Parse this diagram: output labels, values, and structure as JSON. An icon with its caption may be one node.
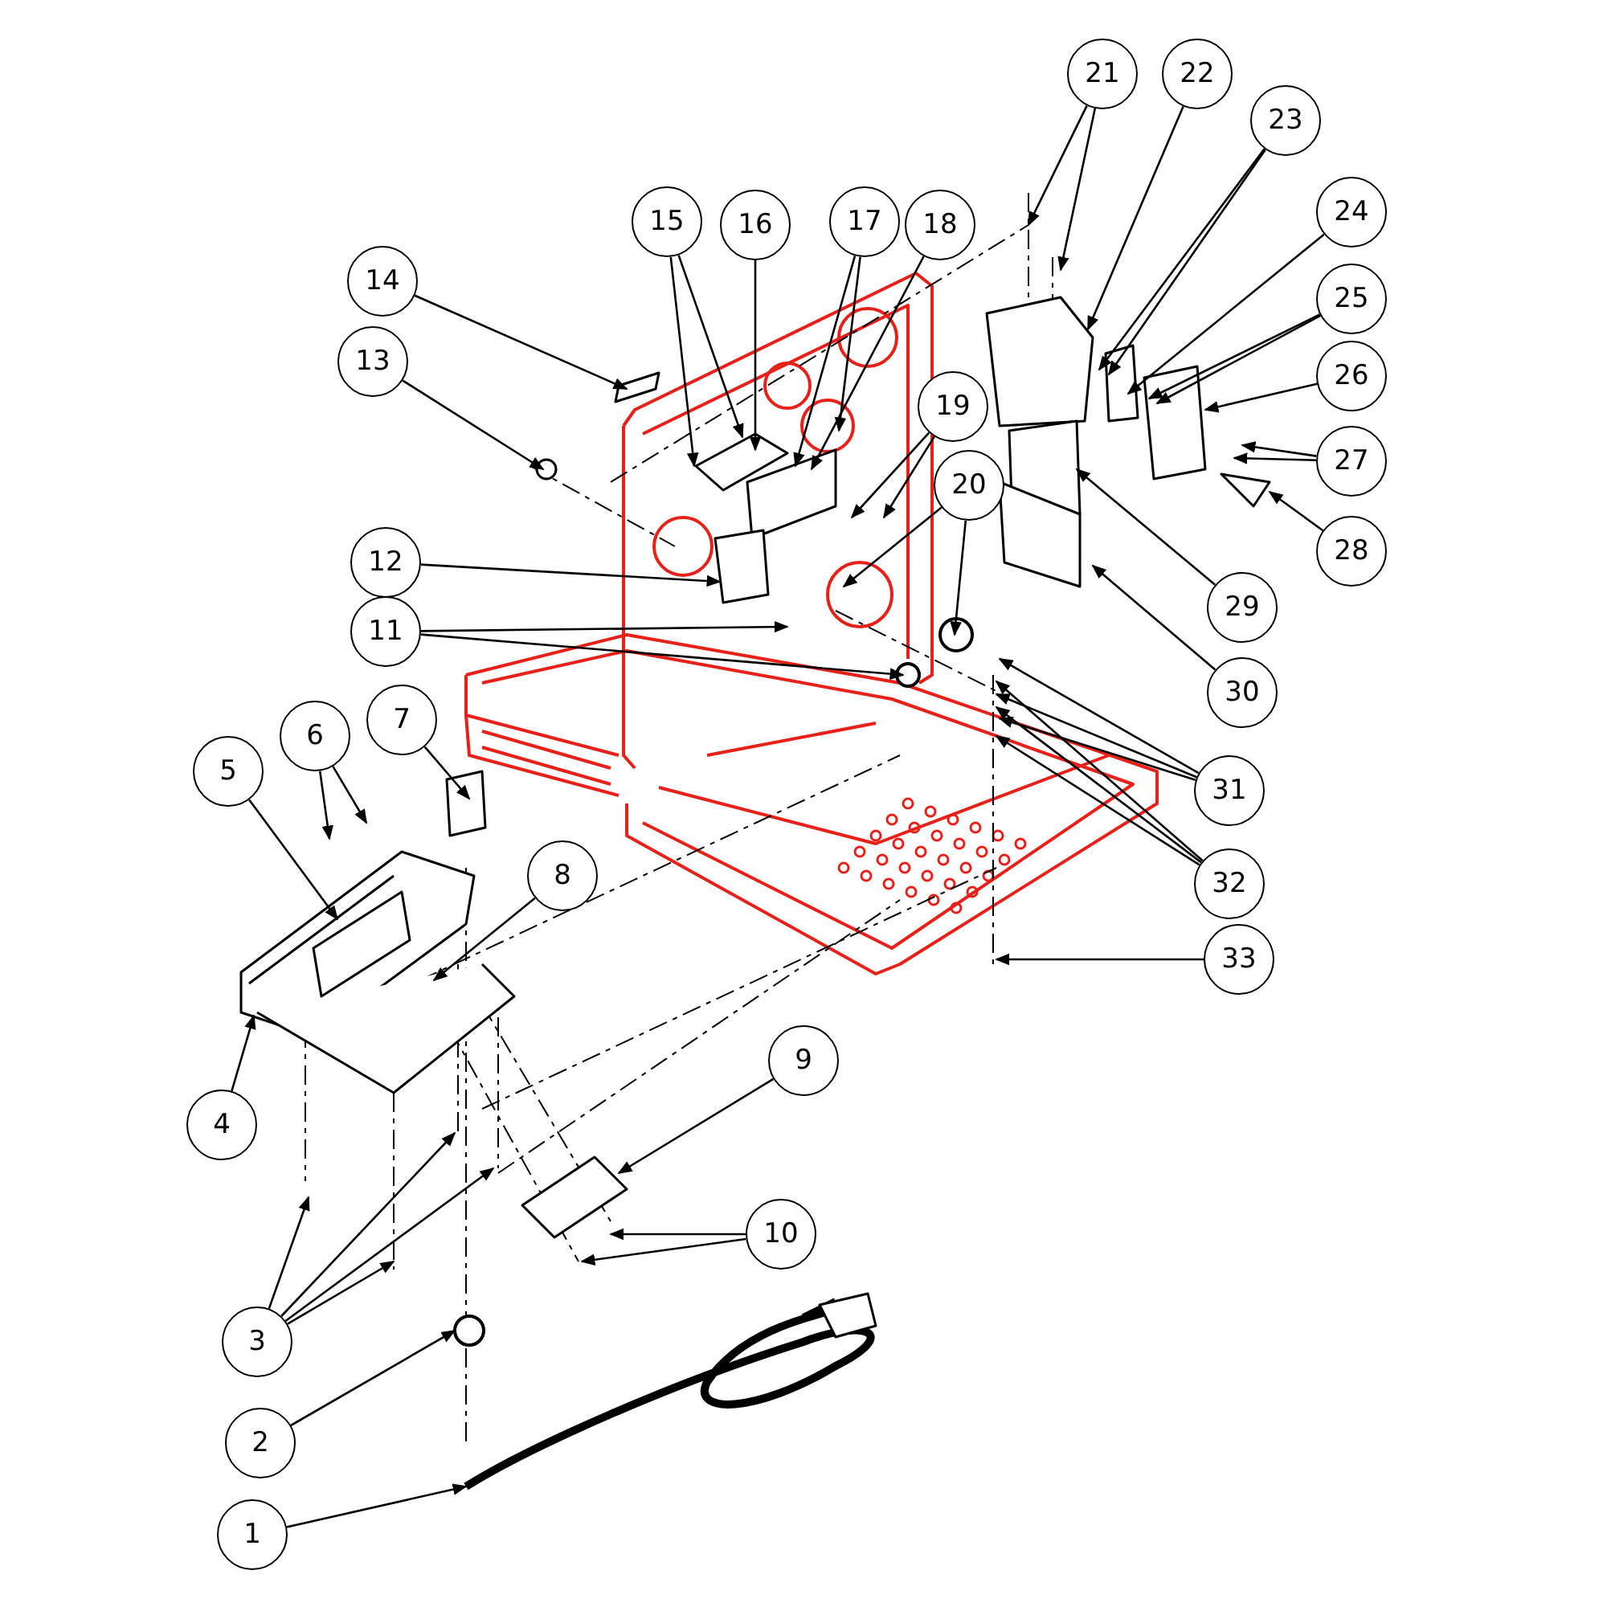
{
  "diagram": {
    "nodes": [
      {
        "text": [
          "1"
        ]
      },
      {
        "text": [
          "2"
        ]
      },
      {
        "text": [
          "3"
        ]
      },
      {
        "text": [
          "4"
        ]
      },
      {
        "text": [
          "5"
        ]
      },
      {
        "text": [
          "6"
        ]
      },
      {
        "text": [
          "7"
        ]
      },
      {
        "text": [
          "8"
        ]
      },
      {
        "text": [
          "9"
        ]
      },
      {
        "text": [
          "10"
        ]
      },
      {
        "text": [
          "11"
        ]
      },
      {
        "text": [
          "12"
        ]
      },
      {
        "text": [
          "13"
        ]
      },
      {
        "text": [
          "14"
        ]
      },
      {
        "text": [
          "15"
        ]
      },
      {
        "text": [
          "16"
        ]
      },
      {
        "text": [
          "17"
        ]
      },
      {
        "text": [
          "18"
        ]
      },
      {
        "text": [
          "19"
        ]
      },
      {
        "text": [
          "20"
        ]
      },
      {
        "text": [
          "21"
        ]
      },
      {
        "text": [
          "22"
        ]
      },
      {
        "text": [
          "23"
        ]
      },
      {
        "text": [
          "24"
        ]
      },
      {
        "text": [
          "25"
        ]
      },
      {
        "text": [
          "26"
        ]
      },
      {
        "text": [
          "27"
        ]
      },
      {
        "text": [
          "28"
        ]
      },
      {
        "text": [
          "29"
        ]
      },
      {
        "text": [
          "30"
        ]
      },
      {
        "text": [
          "31"
        ]
      },
      {
        "text": [
          "32"
        ]
      },
      {
        "text": [
          "33"
        ]
      }
    ],
    "edges": [
      {
        "from": 0,
        "to": null,
        "arrow": "to"
      },
      {
        "from": 1,
        "to": null,
        "arrow": "to"
      },
      {
        "from": 2,
        "to": null,
        "arrow": "to"
      },
      {
        "from": 2,
        "to": null,
        "arrow": "to"
      },
      {
        "from": 2,
        "to": null,
        "arrow": "to"
      },
      {
        "from": 2,
        "to": null,
        "arrow": "to"
      },
      {
        "from": 3,
        "to": null,
        "arrow": "to"
      },
      {
        "from": 4,
        "to": null,
        "arrow": "to"
      },
      {
        "from": 5,
        "to": null,
        "arrow": "to"
      },
      {
        "from": 5,
        "to": null,
        "arrow": "to"
      },
      {
        "from": 6,
        "to": null,
        "arrow": "to"
      },
      {
        "from": 7,
        "to": null,
        "arrow": "to"
      },
      {
        "from": 8,
        "to": null,
        "arrow": "to"
      },
      {
        "from": 9,
        "to": null,
        "arrow": "to"
      },
      {
        "from": 9,
        "to": null,
        "arrow": "to"
      },
      {
        "from": 10,
        "to": null,
        "arrow": "to"
      },
      {
        "from": 10,
        "to": null,
        "arrow": "to"
      },
      {
        "from": 11,
        "to": null,
        "arrow": "to"
      },
      {
        "from": 12,
        "to": null,
        "arrow": "to"
      },
      {
        "from": 13,
        "to": null,
        "arrow": "to"
      },
      {
        "from": 14,
        "to": null,
        "arrow": "to"
      },
      {
        "from": 14,
        "to": null,
        "arrow": "to"
      },
      {
        "from": 15,
        "to": null,
        "arrow": "to"
      },
      {
        "from": 16,
        "to": null,
        "arrow": "to"
      },
      {
        "from": 16,
        "to": null,
        "arrow": "to"
      },
      {
        "from": 17,
        "to": null,
        "arrow": "to"
      },
      {
        "from": 18,
        "to": null,
        "arrow": "to"
      },
      {
        "from": 18,
        "to": null,
        "arrow": "to"
      },
      {
        "from": 19,
        "to": null,
        "arrow": "to"
      },
      {
        "from": 19,
        "to": null,
        "arrow": "to"
      },
      {
        "from": 20,
        "to": null,
        "arrow": "to"
      },
      {
        "from": 20,
        "to": null,
        "arrow": "to"
      },
      {
        "from": 21,
        "to": null,
        "arrow": "to"
      },
      {
        "from": 22,
        "to": null,
        "arrow": "to"
      },
      {
        "from": 22,
        "to": null,
        "arrow": "to"
      },
      {
        "from": 23,
        "to": null,
        "arrow": "to"
      },
      {
        "from": 24,
        "to": null,
        "arrow": "to"
      },
      {
        "from": 24,
        "to": null,
        "arrow": "to"
      },
      {
        "from": 25,
        "to": null,
        "arrow": "to"
      },
      {
        "from": 26,
        "to": null,
        "arrow": "to"
      },
      {
        "from": 26,
        "to": null,
        "arrow": "to"
      },
      {
        "from": 27,
        "to": null,
        "arrow": "to"
      },
      {
        "from": 28,
        "to": null,
        "arrow": "to"
      },
      {
        "from": 29,
        "to": null,
        "arrow": "to"
      },
      {
        "from": 30,
        "to": null,
        "arrow": "to"
      },
      {
        "from": 30,
        "to": null,
        "arrow": "to"
      },
      {
        "from": 30,
        "to": null,
        "arrow": "to"
      },
      {
        "from": 31,
        "to": null,
        "arrow": "to"
      },
      {
        "from": 31,
        "to": null,
        "arrow": "to"
      },
      {
        "from": 31,
        "to": null,
        "arrow": "to"
      },
      {
        "from": 32,
        "to": null,
        "arrow": "to"
      }
    ]
  }
}
